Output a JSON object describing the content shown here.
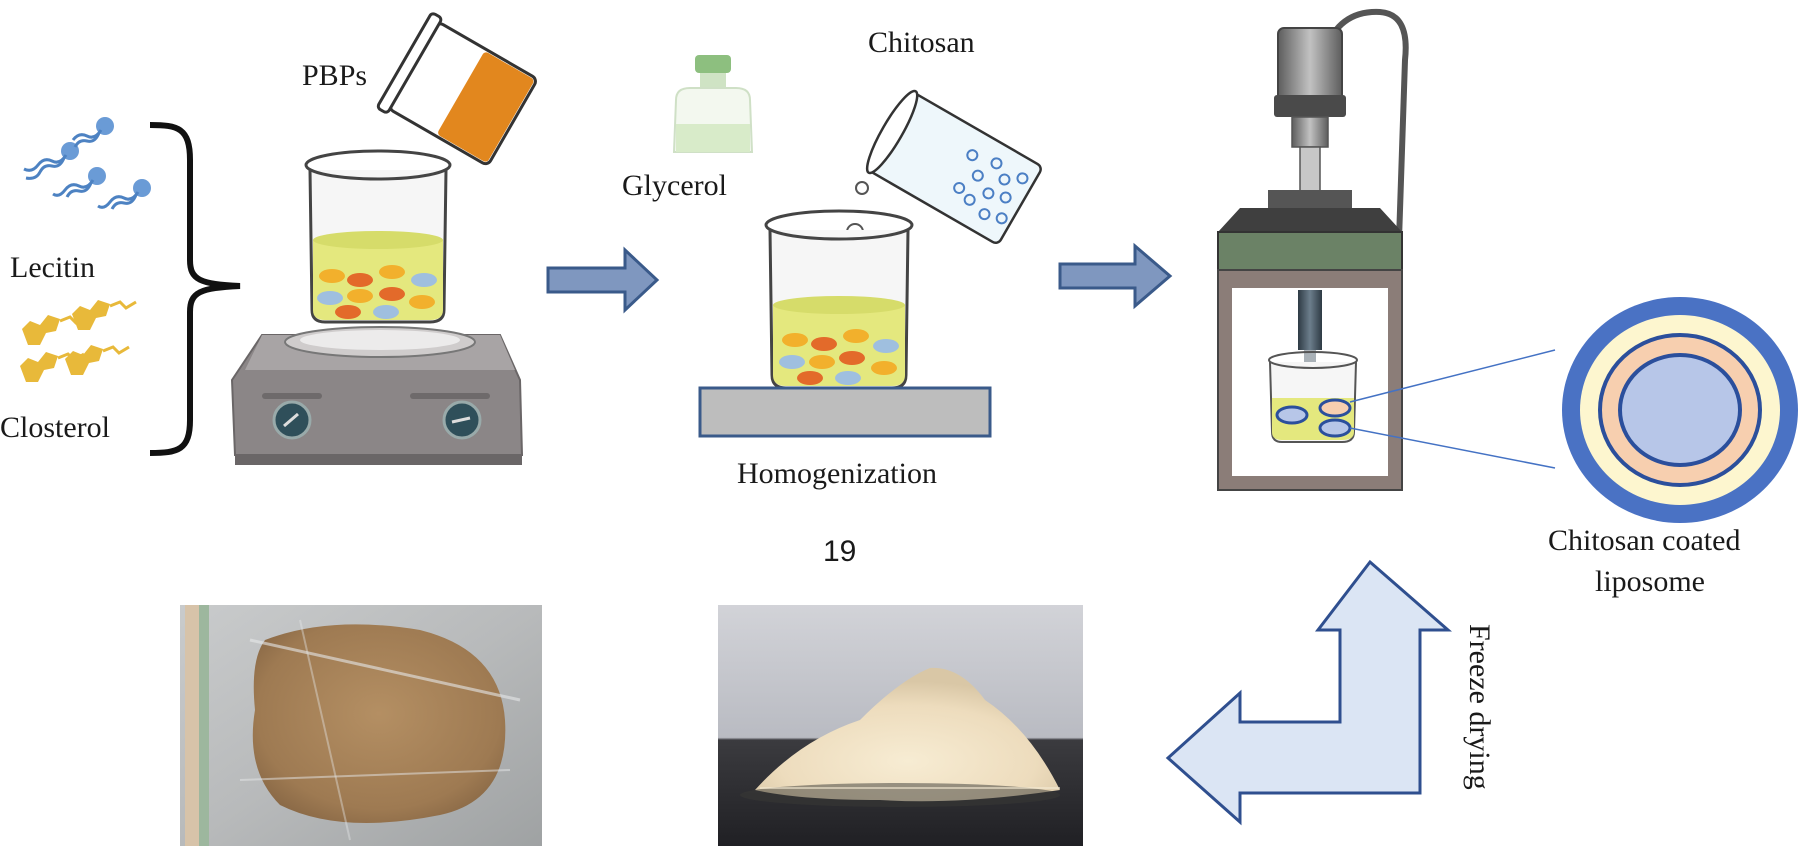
{
  "labels": {
    "pbps": "PBPs",
    "lecitin": "Lecitin",
    "closterol": "Closterol",
    "glycerol": "Glycerol",
    "chitosan": "Chitosan",
    "homogenization": "Homogenization",
    "coated_line1": "Chitosan coated",
    "coated_line2": "liposome",
    "freeze_drying": "Freeze drying",
    "page_number": "19"
  },
  "colors": {
    "arrow_fill": "#7f97bf",
    "arrow_stroke": "#3a5a8a",
    "beaker_liquid": "#e4e87e",
    "pbp_orange": "#e2871e",
    "liposome_outer": "#4a72c4",
    "liposome_cream": "#fdf6cf",
    "liposome_peach": "#f7cfaf",
    "liposome_core": "#b7c6e8",
    "lecithin_blue": "#6a9bd6",
    "cholesterol_gold": "#e8b93a"
  },
  "icons": {
    "lecithin": "lecithin-molecule-icon",
    "cholesterol": "cholesterol-molecule-icon",
    "hotplate": "hotplate-stirrer-icon",
    "sonicator": "probe-sonicator-icon"
  }
}
